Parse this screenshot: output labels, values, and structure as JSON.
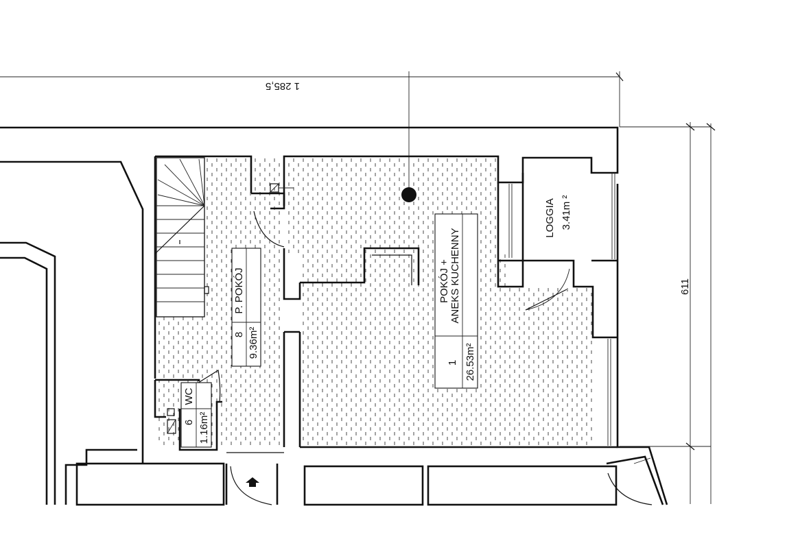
{
  "dimensions": {
    "width_label": "1 285,5",
    "height_label": "611"
  },
  "rooms": [
    {
      "id": "room-1",
      "number": "1",
      "name_line1": "POKÓJ +",
      "name_line2": "ANEKS KUCHENNY",
      "area": "26.53m²"
    },
    {
      "id": "room-8",
      "number": "8",
      "name": "P. POKÓJ",
      "area": "9.36m²"
    },
    {
      "id": "room-6",
      "number": "6",
      "name": "WC",
      "area": "1.16m²"
    },
    {
      "id": "loggia",
      "name": "LOGGIA",
      "area": "3.41m ²"
    }
  ]
}
